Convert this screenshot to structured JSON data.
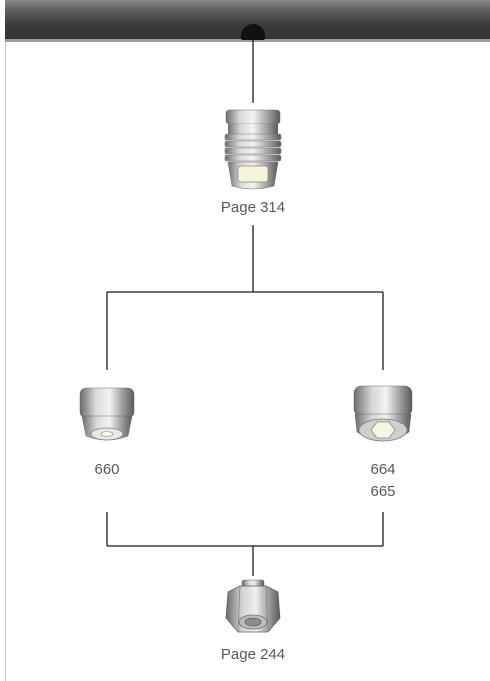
{
  "nodes": {
    "top": {
      "label": "Page 314",
      "icon": "threaded-nozzle-body-icon"
    },
    "left": {
      "label": "660",
      "icon": "flat-nozzle-cap-icon"
    },
    "right": {
      "label_line1": "664",
      "label_line2": "665",
      "icon": "ring-nozzle-cap-icon"
    },
    "bottom": {
      "label": "Page 244",
      "icon": "hex-nut-icon"
    }
  },
  "colors": {
    "header": "#3a3a3a",
    "line": "#1a1a1a",
    "text": "#585858"
  }
}
